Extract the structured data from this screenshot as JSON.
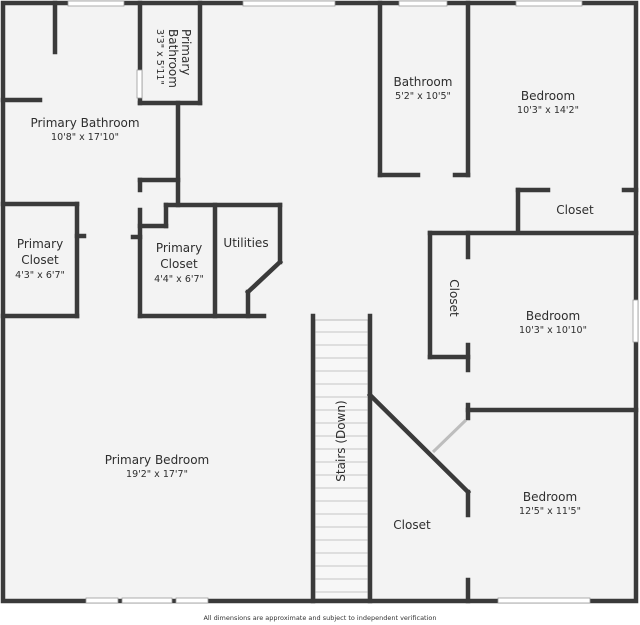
{
  "rooms": {
    "primary_bathroom_small": {
      "name_line1": "Primary",
      "name_line2": "Bathroom",
      "dims": "3'3\" x 5'11\""
    },
    "primary_bathroom": {
      "name": "Primary Bathroom",
      "dims": "10'8\" x 17'10\""
    },
    "bathroom": {
      "name": "Bathroom",
      "dims": "5'2\" x 10'5\""
    },
    "bedroom_top_right": {
      "name": "Bedroom",
      "dims": "10'3\" x 14'2\""
    },
    "closet_right_top": {
      "name": "Closet"
    },
    "closet_right_mid": {
      "name": "Closet"
    },
    "bedroom_mid_right": {
      "name": "Bedroom",
      "dims": "10'3\" x 10'10\""
    },
    "primary_closet_left": {
      "name_line1": "Primary",
      "name_line2": "Closet",
      "dims": "4'3\" x 6'7\""
    },
    "primary_closet_center": {
      "name_line1": "Primary",
      "name_line2": "Closet",
      "dims": "4'4\" x 6'7\""
    },
    "utilities": {
      "name": "Utilities"
    },
    "stairs": {
      "name": "Stairs (Down)"
    },
    "primary_bedroom": {
      "name": "Primary Bedroom",
      "dims": "19'2\" x 17'7\""
    },
    "closet_bottom": {
      "name": "Closet"
    },
    "bedroom_bottom_right": {
      "name": "Bedroom",
      "dims": "12'5\" x 11'5\""
    }
  },
  "footer": {
    "disclaimer": "All dimensions are approximate and subject to independent verification"
  }
}
